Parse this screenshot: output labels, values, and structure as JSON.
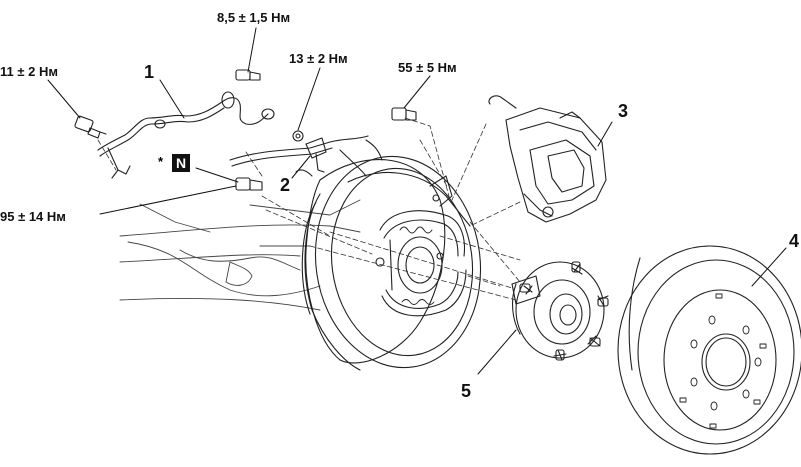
{
  "torques": {
    "t1": "8,5 ± 1,5 Нм",
    "t2": "13 ± 2 Нм",
    "t3": "11 ± 2 Нм",
    "t4": "55 ± 5 Нм",
    "t5": "95 ± 14 Нм"
  },
  "callouts": {
    "c1": "1",
    "c2": "2",
    "c3": "3",
    "c4": "4",
    "c5": "5"
  },
  "note": {
    "star": "*",
    "badge": "N"
  }
}
